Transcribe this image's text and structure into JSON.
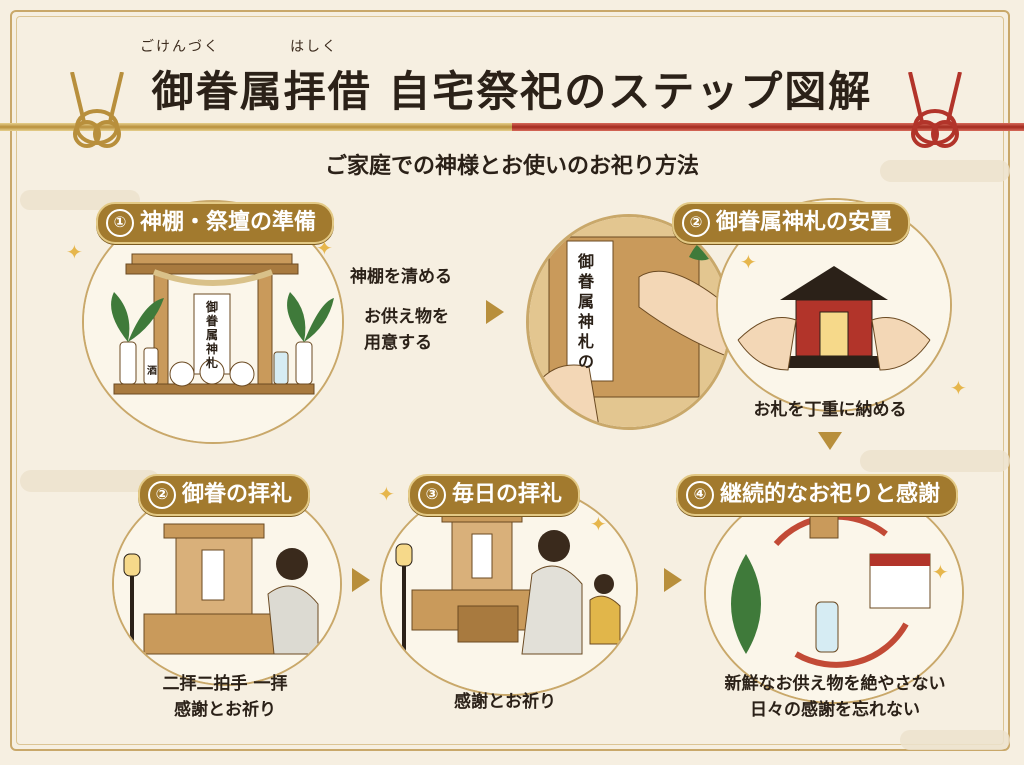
{
  "header": {
    "ruby_1": "ごけんづく",
    "ruby_2": "はしく",
    "title": "御眷属拝借 自宅祭祀のステップ図解",
    "subtitle": "ご家庭での神様とお使いのお祀り方法"
  },
  "steps": [
    {
      "num": "①",
      "title": "神棚・祭壇の準備",
      "notes": [
        "神棚を清める",
        "お供え物を",
        "用意する"
      ],
      "sign": "御眷属神札",
      "sake": "酒"
    },
    {
      "num": "②",
      "title": "御眷属神札の安置",
      "card": "御眷属神札の",
      "caption": "お札を丁重に納める"
    },
    {
      "num": "②",
      "title": "御眷の拝礼",
      "caption_1": "二拝二拍手 一拝",
      "caption_2": "感謝とお祈り"
    },
    {
      "num": "③",
      "title": "毎日の拝礼",
      "caption": "感謝とお祈り"
    },
    {
      "num": "④",
      "title": "継続的なお祀りと感謝",
      "caption_1": "新鮮なお供え物を絶やさない",
      "caption_2": "日々の感謝を忘れない"
    }
  ],
  "colors": {
    "gold": "#a27a2e",
    "red": "#b2342a",
    "bg": "#f6efe1",
    "wood": "#c99a5b"
  }
}
